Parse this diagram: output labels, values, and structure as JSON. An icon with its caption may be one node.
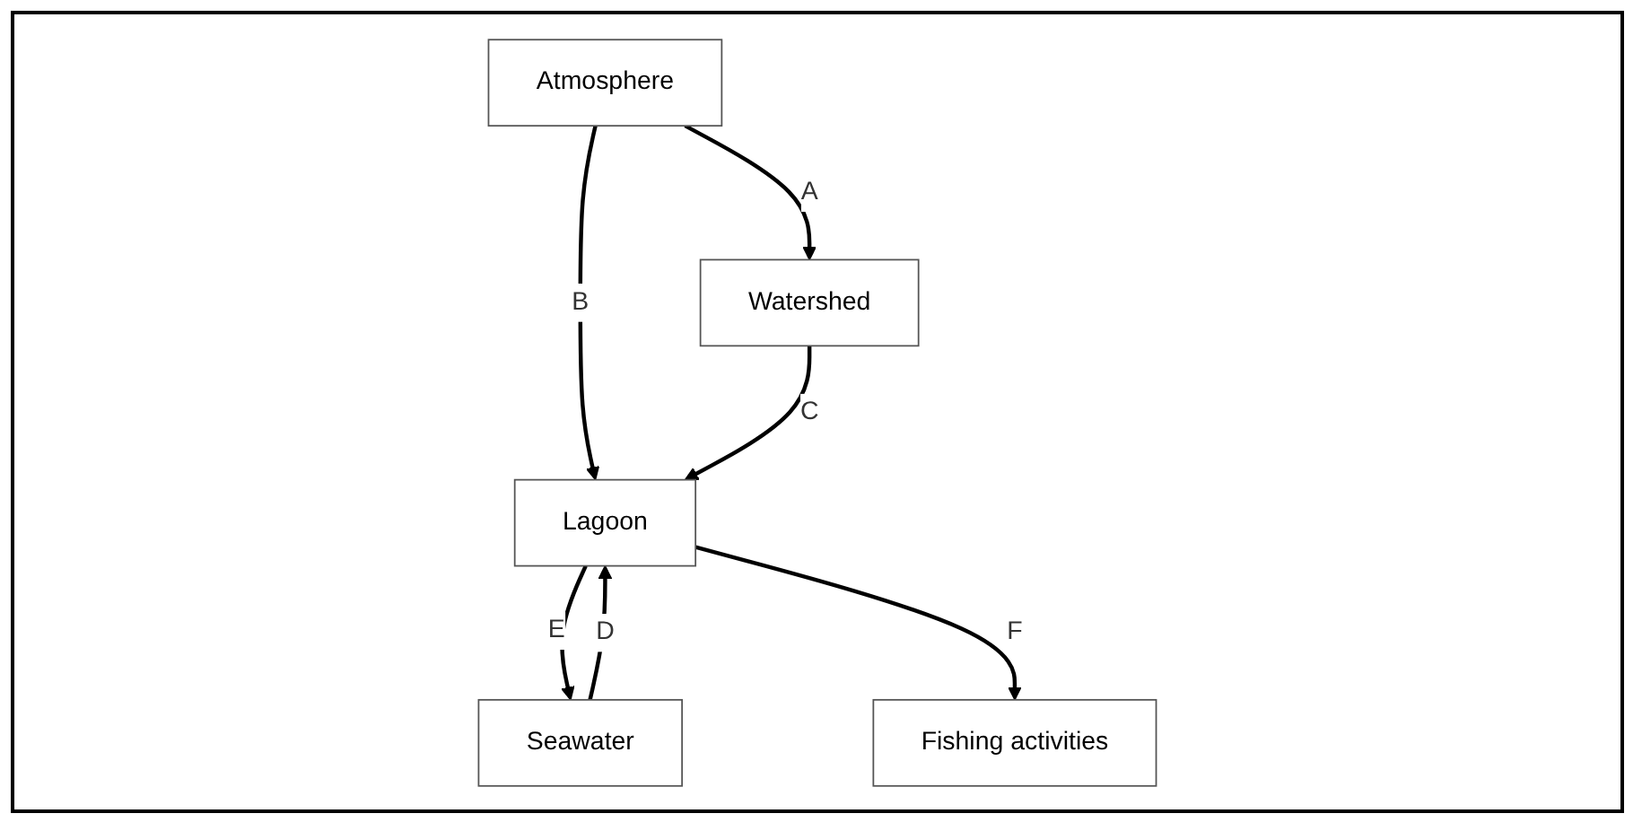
{
  "diagram": {
    "nodes": [
      {
        "text": [
          "Atmosphere"
        ]
      },
      {
        "text": [
          "Watershed"
        ]
      },
      {
        "text": [
          "Lagoon"
        ]
      },
      {
        "text": [
          "Fishing activities"
        ]
      },
      {
        "text": [
          "Seawater"
        ]
      }
    ],
    "edges": [
      {
        "from": 0,
        "to": 1,
        "arrow": "to",
        "label": "A"
      },
      {
        "from": 0,
        "to": 2,
        "arrow": "to",
        "label": "B"
      },
      {
        "from": 1,
        "to": 2,
        "arrow": "to",
        "label": "C"
      },
      {
        "from": 2,
        "to": 4,
        "arrow": "to",
        "label": "E"
      },
      {
        "from": 4,
        "to": 2,
        "arrow": "to",
        "label": "D"
      },
      {
        "from": 2,
        "to": 3,
        "arrow": "to",
        "label": "F"
      }
    ]
  }
}
